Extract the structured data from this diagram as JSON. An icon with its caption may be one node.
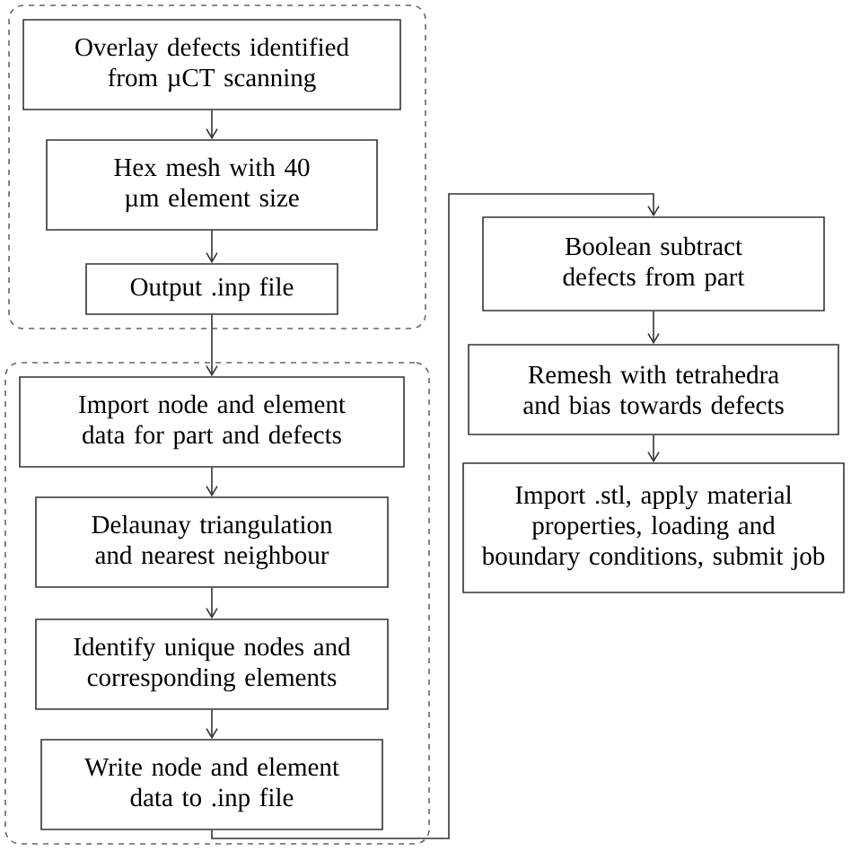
{
  "diagram": {
    "nodes": [
      {
        "text": [],
        "shape": "box"
      },
      {
        "text": [
          "Overlay defects identified from µCT scanning"
        ],
        "in": 0
      },
      {
        "text": [
          "Hex mesh with 40 µm element size"
        ],
        "in": 0
      },
      {
        "text": [
          "Output .inp file"
        ],
        "in": 0
      },
      {
        "text": [],
        "shape": "box"
      },
      {
        "text": [
          "Import node and element data for part and defects"
        ],
        "in": 4
      },
      {
        "text": [
          "Delaunay triangulation and nearest neighbour"
        ],
        "in": 4
      },
      {
        "text": [
          "Identify unique nodes and corresponding elements"
        ],
        "in": 4
      },
      {
        "text": [
          "Write node and element data to .inp file"
        ],
        "in": 4
      },
      {
        "text": [
          "Boolean subtract defects from part"
        ]
      },
      {
        "text": [
          "Remesh with tetrahedra and bias towards defects"
        ]
      },
      {
        "text": [
          "Import .stl, apply material properties, loading and boundary conditions, submit job"
        ]
      }
    ],
    "edges": [
      {
        "from": 1,
        "to": 2,
        "arrow": "to"
      },
      {
        "from": 2,
        "to": 3,
        "arrow": "to"
      },
      {
        "from": 3,
        "to": 5,
        "arrow": "to"
      },
      {
        "from": 5,
        "to": 6,
        "arrow": "to"
      },
      {
        "from": 6,
        "to": 7,
        "arrow": "to"
      },
      {
        "from": 7,
        "to": 8,
        "arrow": "to"
      },
      {
        "from": 8,
        "to": 9,
        "arrow": "to"
      },
      {
        "from": 9,
        "to": 10,
        "arrow": "to"
      },
      {
        "from": 10,
        "to": 11,
        "arrow": "to"
      }
    ]
  }
}
